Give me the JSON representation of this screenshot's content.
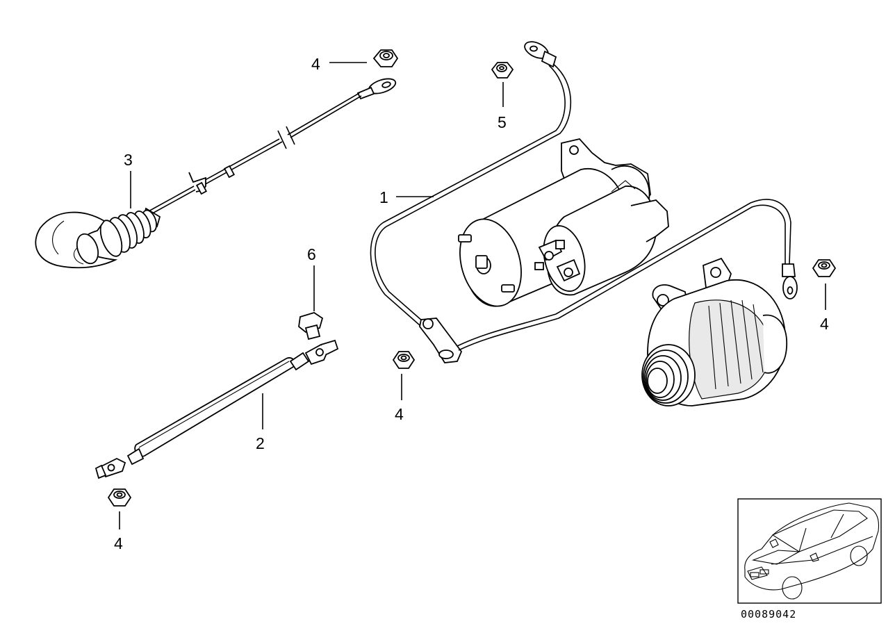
{
  "callouts": [
    {
      "id": "c4a",
      "text": "4"
    },
    {
      "id": "c5",
      "text": "5"
    },
    {
      "id": "c3",
      "text": "3"
    },
    {
      "id": "c1",
      "text": "1"
    },
    {
      "id": "c6",
      "text": "6"
    },
    {
      "id": "c2",
      "text": "2"
    },
    {
      "id": "c4b",
      "text": "4"
    },
    {
      "id": "c4c",
      "text": "4"
    },
    {
      "id": "c4d",
      "text": "4"
    }
  ],
  "doc_number": "00089042"
}
